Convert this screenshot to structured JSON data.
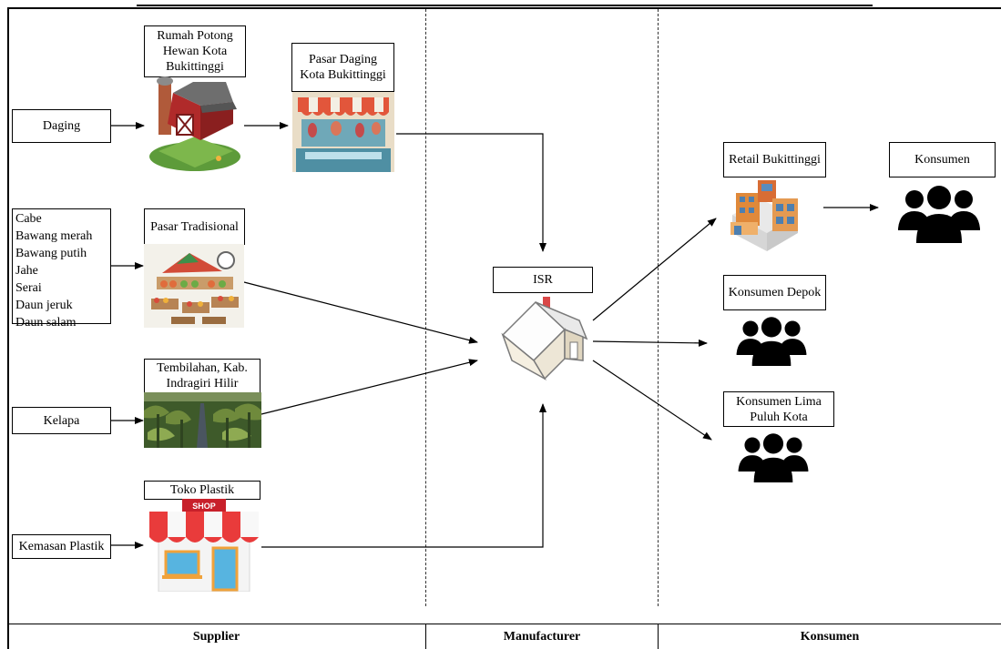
{
  "corner_text": "...",
  "suppliers": {
    "daging": "Daging",
    "bumbu": [
      "Cabe",
      "Bawang merah",
      "Bawang putih",
      "Jahe",
      "Serai",
      "Daun jeruk",
      "Daun salam"
    ],
    "kelapa": "Kelapa",
    "kemasan": "Kemasan Plastik"
  },
  "sources": {
    "rph": "Rumah Potong Hewan Kota Bukittinggi",
    "pasar_daging": "Pasar Daging Kota Bukittinggi",
    "pasar_tradisional": "Pasar Tradisional",
    "tembilahan": "Tembilahan, Kab. Indragiri Hilir",
    "toko_plastik": "Toko Plastik",
    "shop_sign": "SHOP"
  },
  "manufacturer": {
    "isr": "ISR"
  },
  "consumers": {
    "retail": "Retail Bukittinggi",
    "konsumen": "Konsumen",
    "depok": "Konsumen Depok",
    "lima_puluh": "Konsumen Lima Puluh Kota"
  },
  "footer": {
    "supplier": "Supplier",
    "manufacturer": "Manufacturer",
    "konsumen": "Konsumen"
  },
  "icons": [
    "barn-icon",
    "meat-market-icon",
    "market-stall-icon",
    "palm-plantation-photo",
    "shop-icon",
    "house-icon",
    "building-icon",
    "people-icon"
  ]
}
